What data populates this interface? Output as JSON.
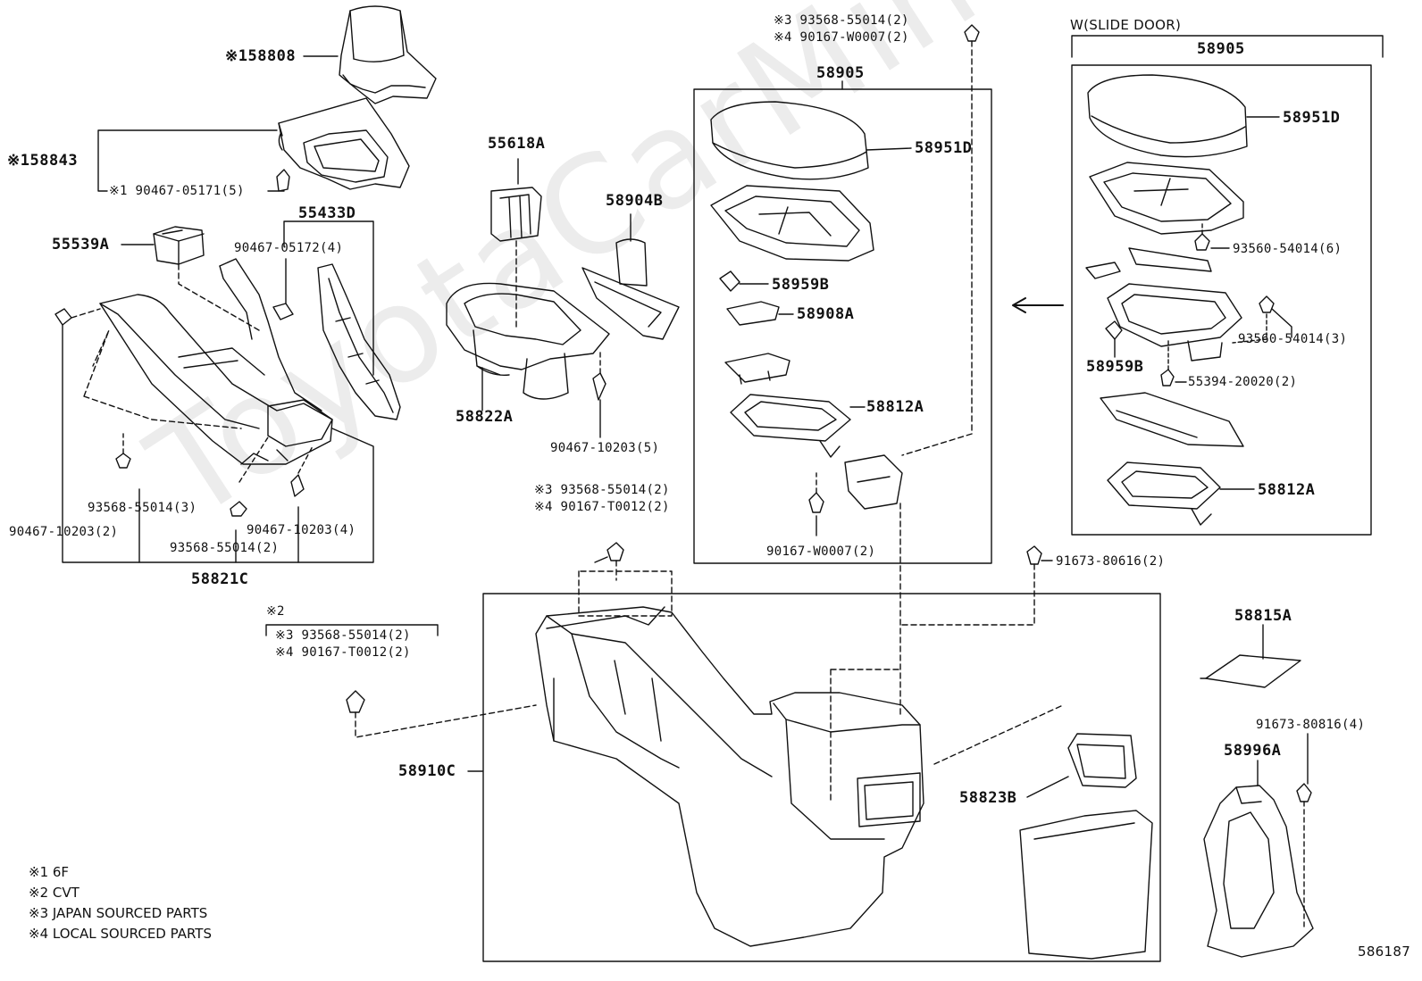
{
  "watermark": "ToyotaCarMine.ru",
  "figure_id": "586187",
  "legend": [
    "※1 6F",
    "※2 CVT",
    "※3 JAPAN SOURCED PARTS",
    "※4 LOCAL SOURCED PARTS"
  ],
  "slide_door_note": "W(SLIDE DOOR)",
  "labels": {
    "p158808": "※158808",
    "p158843": "※158843",
    "p90467_05171": "※1 90467-05171(5)",
    "p55433D": "55433D",
    "p90467_05172": "90467-05172(4)",
    "p55539A": "55539A",
    "p93568_55014_3": "93568-55014(3)",
    "p90467_10203_2": "90467-10203(2)",
    "p90467_10203_4": "90467-10203(4)",
    "p93568_55014_2": "93568-55014(2)",
    "p58821C": "58821C",
    "p55618A": "55618A",
    "p58904B": "58904B",
    "p58822A": "58822A",
    "p90467_10203_5": "90467-10203(5)",
    "bolt_top_a": "※3 93568-55014(2)",
    "bolt_top_b": "※4 90167-W0007(2)",
    "p58905_mid": "58905",
    "p58951D_mid": "58951D",
    "p58959B_mid": "58959B",
    "p58908A": "58908A",
    "p58812A_mid": "58812A",
    "p90167_W0007": "90167-W0007(2)",
    "bolt_mid_a": "※3 93568-55014(2)",
    "bolt_mid_b": "※4 90167-T0012(2)",
    "p91673_80616": "91673-80616(2)",
    "cvt_mark": "※2",
    "bolt_left_a": "※3 93568-55014(2)",
    "bolt_left_b": "※4 90167-T0012(2)",
    "p58910C": "58910C",
    "p58823B": "58823B",
    "p58905_right": "58905",
    "p58951D_right": "58951D",
    "p93560_54014_6": "93560-54014(6)",
    "p93560_54014_3": "93560-54014(3)",
    "p58959B_right": "58959B",
    "p55394_20020": "55394-20020(2)",
    "p58812A_right": "58812A",
    "p58815A": "58815A",
    "p91673_80816": "91673-80816(4)",
    "p58996A": "58996A"
  }
}
